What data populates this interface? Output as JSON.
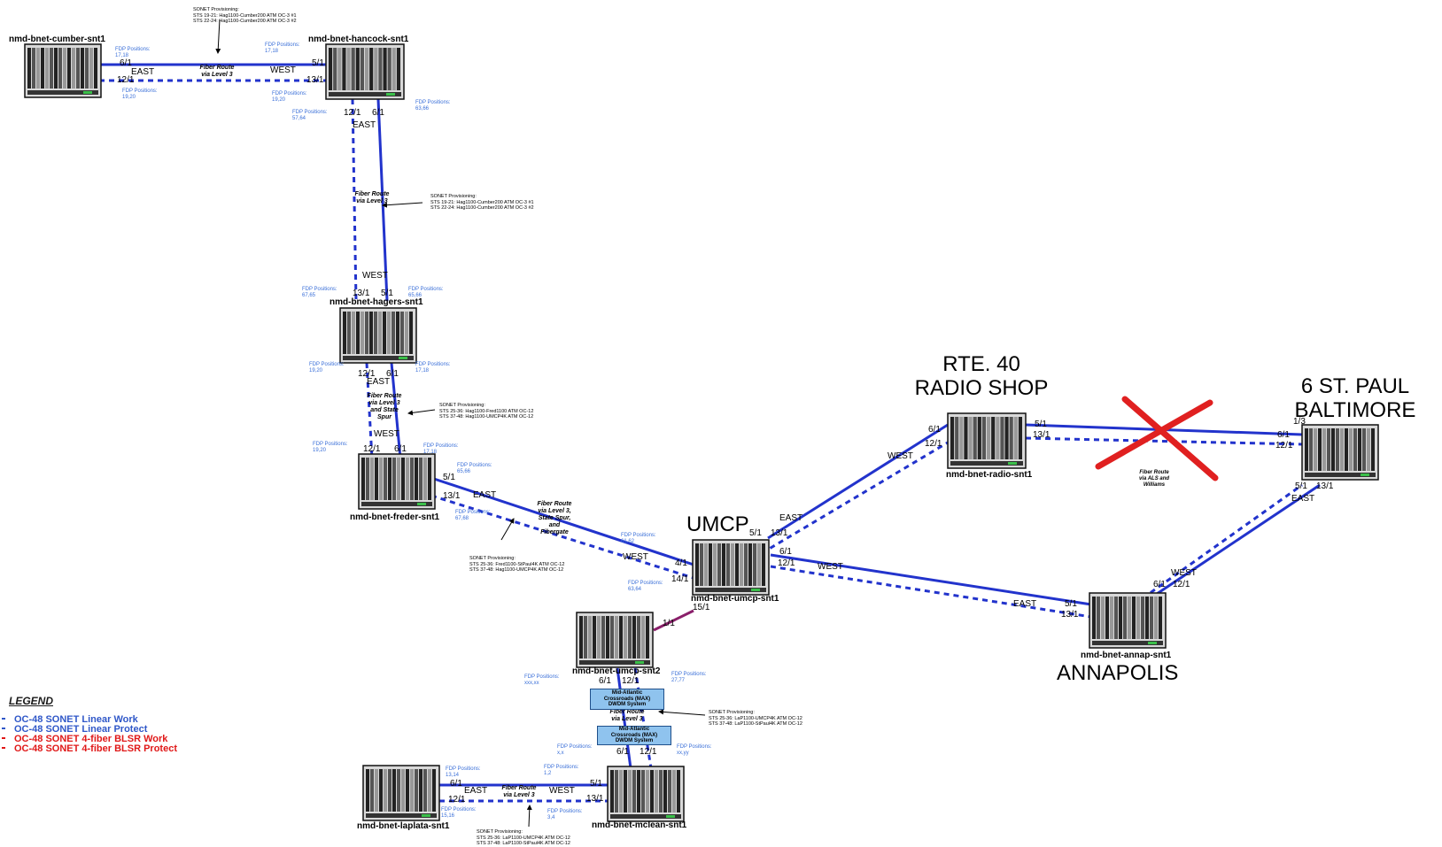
{
  "nodes": {
    "cumber": "nmd-bnet-cumber-snt1",
    "hancock": "nmd-bnet-hancock-snt1",
    "hagers": "nmd-bnet-hagers-snt1",
    "freder": "nmd-bnet-freder-snt1",
    "umcp": "nmd-bnet-umcp-snt1",
    "umcp2": "nmd-bnet-umcp-snt2",
    "radio": "nmd-bnet-radio-snt1",
    "annap": "nmd-bnet-annap-snt1",
    "laplata": "nmd-bnet-laplata-snt1",
    "mclean": "nmd-bnet-mclean-snt1"
  },
  "sites": {
    "rte40": "RTE. 40\nRADIO SHOP",
    "stpaul": "6 ST. PAUL\nBALTIMORE",
    "umcp": "UMCP",
    "annapolis": "ANNAPOLIS"
  },
  "ports": {
    "cumber_6": "6/1",
    "cumber_12": "12/1",
    "hancock_5": "5/1",
    "hancock_13": "13/1",
    "hancock_12": "12/1",
    "hancock_6": "6/1",
    "hagers_13": "13/1",
    "hagers_5": "5/1",
    "hagers_12": "12/1",
    "hagers_6": "6/1",
    "freder_12": "12/1",
    "freder_6": "6/1",
    "freder_5": "5/1",
    "freder_13": "13/1",
    "umcp_4": "4/1",
    "umcp_14": "14/1",
    "umcp_5": "5/1",
    "umcp_13": "13/1",
    "umcp_6": "6/1",
    "umcp_12": "12/1",
    "umcp_15": "15/1",
    "umcp2_1": "1/1",
    "umcp2_6": "6/1",
    "umcp2_12": "12/1",
    "radio_6": "6/1",
    "radio_12": "12/1",
    "radio_5": "5/1",
    "radio_13": "13/1",
    "stpaul_13": "1/3",
    "stpaul_6": "6/1",
    "stpaul_12": "12/1",
    "stpaul_5": "5/1",
    "stpaul_131": "13/1",
    "annap_5": "5/1",
    "annap_13": "13/1",
    "annap_6": "6/1",
    "annap_12": "12/1",
    "mclean_5": "5/1",
    "mclean_13": "13/1",
    "mclean_6": "6/1",
    "mclean_12": "12/1",
    "laplata_6": "6/1",
    "laplata_12": "12/1"
  },
  "directions": {
    "east": "EAST",
    "west": "WEST"
  },
  "fdp": {
    "cumber_a": "FDP Positions:\n17,18",
    "cumber_b": "FDP Positions:\n19,20",
    "hancock_a": "FDP Positions:\n17,18",
    "hancock_b": "FDP Positions:\n19,20",
    "hancock_c": "FDP Positions:\n57,64",
    "hancock_d": "FDP Positions:\n63,66",
    "hagers_a": "FDP Positions:\n67,65",
    "hagers_b": "FDP Positions:\n65,66",
    "hagers_c": "FDP Positions:\n19,20",
    "hagers_d": "FDP Positions:\n17,18",
    "freder_a": "FDP Positions:\n19,20",
    "freder_b": "FDP Positions:\n17,18",
    "freder_c": "FDP Positions:\n65,66",
    "freder_d": "FDP Positions:\n67,68",
    "umcp_a": "FDP Positions:\n61,62",
    "umcp_b": "FDP Positions:\n63,64",
    "umcp2_a": "FDP Positions:\nxxx,xx",
    "umcp2_b": "FDP Positions:\n27,77",
    "mclean_a": "FDP Positions:\nx,x",
    "mclean_b": "FDP Positions:\nxx,yy",
    "mclean_c": "FDP Positions:\n1,2",
    "mclean_d": "FDP Positions:\n3,4",
    "laplata_a": "FDP Positions:\n13,14",
    "laplata_b": "FDP Positions:\n15,16"
  },
  "provisioning": {
    "top": "SONET Provisioning:\nSTS 19-21: Hag1100-Cumber200 ATM OC-3 #1\nSTS 22-24: Hag1100-Cumber200 ATM OC-3 #2",
    "hancock_hagers": "SONET Provisioning:\nSTS 19-21: Hag1100-Cumber200 ATM OC-3 #1\nSTS 22-24: Hag1100-Cumber200 ATM OC-3 #2",
    "hagers_freder": "SONET Provisioning:\nSTS 25-36: Hag1100-Fred1100 ATM OC-12\nSTS 37-48: Hag1100-UMCP4K ATM OC-12",
    "freder_umcp": "SONET Provisioning:\nSTS 25-36: Fred1100-StPaul4K ATM OC-12\nSTS 37-48: Hag1100-UMCP4K ATM OC-12",
    "umcp2_mclean": "SONET Provisioning:\nSTS 25-36: LaP1100-UMCP4K ATM OC-12\nSTS 37-48: LaP1100-StPaul4K ATM OC-12",
    "bottom": "SONET Provisioning:\nSTS 25-36: LaP1100-UMCP4K ATM OC-12\nSTS 37-48: LaP1100-StPaul4K ATM OC-12"
  },
  "routes": {
    "cumber_hancock": "Fiber Route\nvia Level 3",
    "hancock_hagers": "Fiber Route\nvia Level 3",
    "hagers_freder": "Fiber Route\nvia Level 3\nand State\nSpur",
    "freder_umcp": "Fiber Route\nvia Level 3,\nState Spur,\nand\nFibergate",
    "radio_stpaul": "Fiber Route\nvia ALS and\nWilliams",
    "umcp2_mclean": "Fiber Route\nvia Level 3",
    "laplata_mclean": "Fiber Route\nvia Level 3"
  },
  "dwdm": {
    "a": "Mid-Atlantic\nCrossroads (MAX)\nDWDM System",
    "b": "Mid-Atlantic\nCrossroads (MAX)\nDWDM System"
  },
  "legend": {
    "title": "LEGEND",
    "items": [
      {
        "label": "OC-48 SONET Linear Work",
        "color": "#2f57c8"
      },
      {
        "label": "OC-48 SONET Linear Protect",
        "color": "#2f57c8"
      },
      {
        "label": "OC-48 SONET 4-fiber BLSR Work",
        "color": "#e01818"
      },
      {
        "label": "OC-48 SONET 4-fiber BLSR Protect",
        "color": "#e01818"
      }
    ]
  },
  "colors": {
    "work": "#2233cc",
    "fdp": "#3a6fd8",
    "cross": "#e02020",
    "tie": "#8a1f6a",
    "dwdm_fill": "#8fc3ee"
  }
}
